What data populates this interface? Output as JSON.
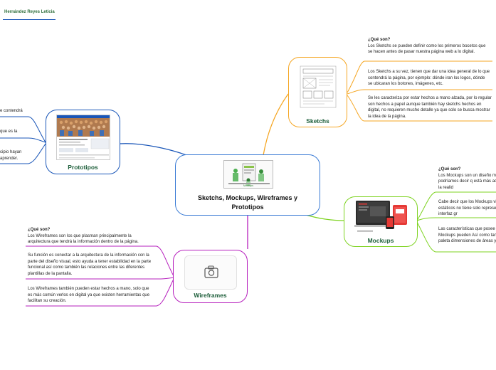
{
  "author": "Hernández Reyes Leticia",
  "central": {
    "title": "Sketchs, Mockups, Wireframes y Prototipos",
    "image_caption": "Mockups"
  },
  "sketchs": {
    "title": "Sketchs",
    "notes": [
      {
        "heading": "¿Qué son?",
        "text": "Los Sketchs se pueden definir como los primeros bocetos que se hacen antes de pasar nuestra página web a lo digital."
      },
      {
        "heading": "",
        "text": "Los Sketchs a su vez, tienen que dar una idea general de lo que contendrá la página, por ejemplo: dónde iran los logos, dónde se ubicaran los botones, imágenes, etc."
      },
      {
        "heading": "",
        "text": "Se les caracteriza por estar hechos a mano alzada, por lo regular son hechos a papel aunque también hay sketchs hechos en digital, no requieren mucho detalle ya que solo se busca mostrar la idea de la página."
      }
    ]
  },
  "mockups": {
    "title": "Mockups",
    "notes": [
      {
        "heading": "¿Qué son?",
        "text": "Los Mockups son un diseño m la página,  podríamos decir q está más acercado a la realid"
      },
      {
        "heading": "",
        "text": "Cabe decir que los Mockups visual, son estáticos no tiene solo representa la interfaz gr"
      },
      {
        "heading": "",
        "text": "Las características que posee que en los Mockups pueden Así como también una paleta dimensiones de áreas y servi"
      }
    ]
  },
  "wireframes": {
    "title": "Wireframes",
    "notes": [
      {
        "heading": "¿Qué son?",
        "text": "Los Wireframes son los que plasman principalmente la arquitectura que tendrá la información dentro de la página."
      },
      {
        "heading": "",
        "text": "Su función es conectar a la arquitectura de la información con la parte del diseño visual, esto ayuda a tener estabilidad en la parte funcional así como también las relaciones entre las diferentes plantillas de la pantalla."
      },
      {
        "heading": "",
        "text": "Los  Wireframes también pueden estar hechos a mano, solo que es más común verlos en digital ya que existen herramientas que facilitan su creación."
      }
    ]
  },
  "prototipos": {
    "title": "Prototipos",
    "notes": [
      {
        "text": "e contendrá"
      },
      {
        "text": "que es la"
      },
      {
        "text": "cipio hayan aprender."
      }
    ]
  },
  "colors": {
    "sketchs": "#f5a623",
    "mockups": "#7ed321",
    "wireframes": "#b61fbd",
    "prototipos": "#1a56b8",
    "central": "#3a7bd5",
    "title_green": "#1d5e3a"
  }
}
